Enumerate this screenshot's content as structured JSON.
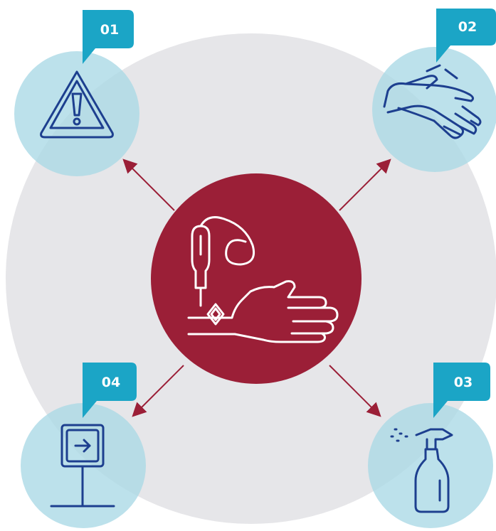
{
  "colors": {
    "background_circle": "#e6e6e9",
    "center_circle": "#9b1f37",
    "satellite_circle": "#a9d9e6",
    "badge": "#1ba5c6",
    "arrow": "#9b1f37",
    "icon_stroke": "#1d3f8f"
  },
  "center": {
    "icon": "tattoo-machine-hand-icon"
  },
  "steps": [
    {
      "number": "01",
      "icon": "warning-triangle-icon"
    },
    {
      "number": "02",
      "icon": "gloves-hand-icon"
    },
    {
      "number": "03",
      "icon": "spray-bottle-icon"
    },
    {
      "number": "04",
      "icon": "exit-sign-icon"
    }
  ]
}
